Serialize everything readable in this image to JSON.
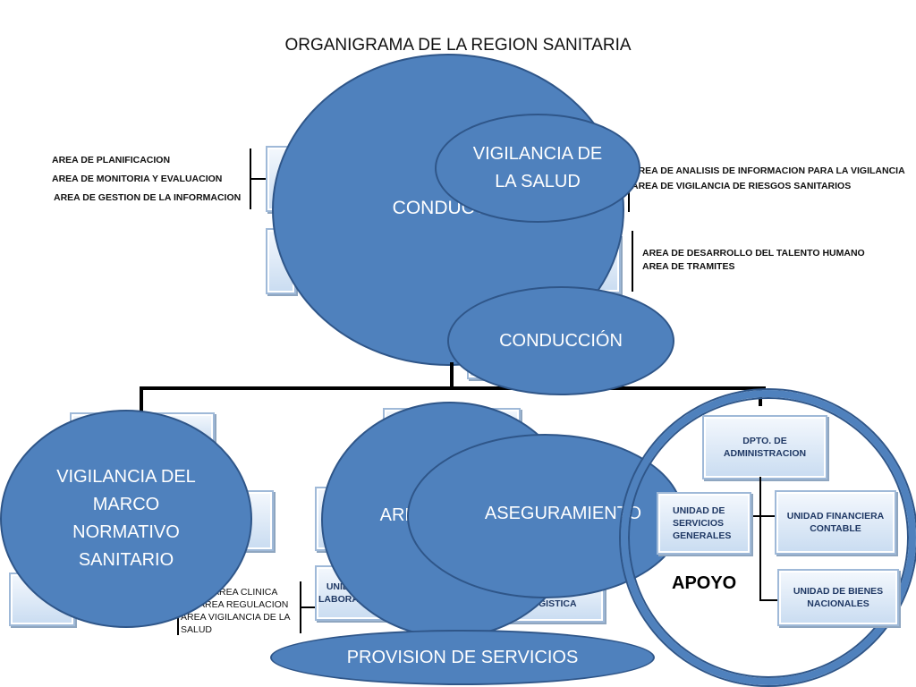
{
  "title": "ORGANIGRAMA DE LA REGION SANITARIA",
  "left_top_areas": [
    "AREA DE PLANIFICACION",
    "AREA DE MONITORIA Y EVALUACION",
    "AREA DE GESTION DE LA INFORMACION"
  ],
  "right_top_areas": [
    "AREA DE ANALISIS DE INFORMACION PARA LA VIGILANCIA",
    "AREA DE VIGILANCIA DE RIESGOS SANITARIOS"
  ],
  "right_mid_areas": [
    "AREA DE DESARROLLO DEL TALENTO HUMANO",
    "AREA DE TRAMITES"
  ],
  "ellipses": {
    "conduccion_big": "CONDUCCIÓN",
    "vigilancia_salud": "VIGILANCIA DE LA SALUD",
    "conduccion_small": "CONDUCCIÓN",
    "vigilancia_marco": "VIGILANCIA DEL MARCO NORMATIVO SANITARIO",
    "aseguramiento": "ASEGURAMIENTO",
    "provision": "PROVISION DE SERVICIOS",
    "area_behind": "AREA DE LA"
  },
  "boxes": {
    "dpto_admin": "DPTO. DE ADMINISTRACION",
    "servicios_generales": "UNIDAD DE SERVICIOS GENERALES",
    "financiera": "UNIDAD FINANCIERA CONTABLE",
    "bienes": "UNIDAD DE BIENES NACIONALES",
    "laboratorio": "UNIDAD DE LABORATORIO",
    "logistica": "UNIDAD DE LOGISTICA"
  },
  "apoyo_label": "APOYO",
  "bottom_left_notes": [
    "AREA CLINICA",
    "AREA REGULACION",
    "AREA VIGILANCIA DE LA SALUD"
  ],
  "colors": {
    "ellipse_fill": "#4f81bd",
    "ellipse_border": "#2f5689",
    "box_text": "#1f3864"
  }
}
